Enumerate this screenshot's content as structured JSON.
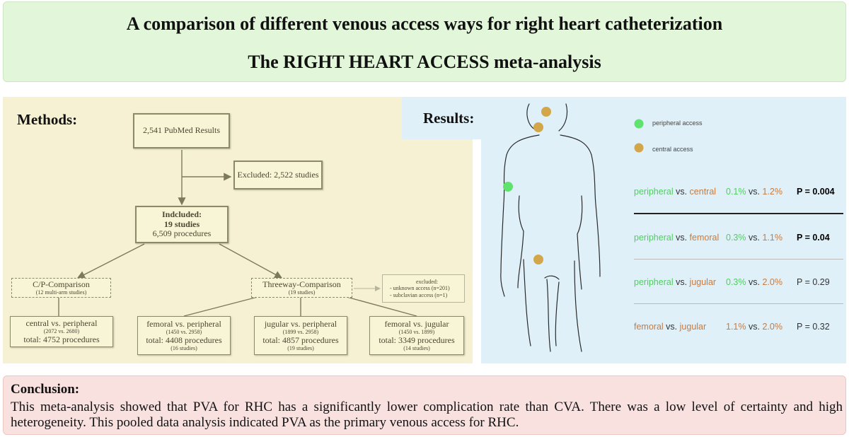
{
  "header": {
    "title": "A comparison of different venous access ways for right heart catheterization",
    "subtitle": "The RIGHT HEART ACCESS meta-analysis"
  },
  "methods": {
    "label": "Methods:",
    "pubmed": "2,541 PubMed Results",
    "excluded": "Excluded: 2,522 studies",
    "included": {
      "title": "Indcluded:",
      "studies": "19 studies",
      "procedures": "6,509 procedures"
    },
    "cp": {
      "title": "C/P-Comparison",
      "note": "(12 multi-arm studies)"
    },
    "threeway": {
      "title": "Threeway-Comparison",
      "note": "(19 studies)"
    },
    "excluded2": {
      "title": "excluded:",
      "line1": "- unknown access (n=201)",
      "line2": "- subclavian access (n=1)"
    },
    "central_peripheral": {
      "title": "central vs. peripheral",
      "counts": "(2072 vs. 2680)",
      "total": "total: 4752 procedures"
    },
    "femoral_peripheral": {
      "title": "femoral vs. peripheral",
      "counts": "(1450 vs. 2958)",
      "total": "total: 4408 procedures",
      "studies": "(16 studies)"
    },
    "jugular_peripheral": {
      "title": "jugular vs. peripheral",
      "counts": "(1899 vs. 2958)",
      "total": "total: 4857 procedures",
      "studies": "(19 studies)"
    },
    "femoral_jugular": {
      "title": "femoral vs. jugular",
      "counts": "(1450 vs. 1899)",
      "total": "total: 3349 procedures",
      "studies": "(14 studies)"
    }
  },
  "results": {
    "label": "Results:",
    "legend": {
      "peripheral": "peripheral access",
      "central": "central access"
    },
    "colors": {
      "peripheral": "#5fe36e",
      "central": "#d4a64a"
    },
    "rows": [
      {
        "a": "peripheral",
        "vs": "vs.",
        "b": "central",
        "pa": "0.1%",
        "vs2": "vs.",
        "pb": "1.2%",
        "p": "P = 0.004",
        "bold": true
      },
      {
        "a": "peripheral",
        "vs": "vs.",
        "b": "femoral",
        "pa": "0.3%",
        "vs2": "vs.",
        "pb": "1.1%",
        "p": "P = 0.04",
        "bold": true
      },
      {
        "a": "peripheral",
        "vs": "vs.",
        "b": "jugular",
        "pa": "0.3%",
        "vs2": "vs.",
        "pb": "2.0%",
        "p": "P = 0.29",
        "bold": false
      },
      {
        "a": "femoral",
        "vs": "vs.",
        "b": "jugular",
        "pa": "1.1%",
        "vs2": "vs.",
        "pb": "2.0%",
        "p": "P = 0.32",
        "bold": false
      }
    ]
  },
  "conclusion": {
    "label": "Conclusion:",
    "text": "This meta-analysis showed that PVA for RHC has a significantly lower complication rate than CVA. There was a low level of certainty and high heterogeneity. This pooled data analysis indicated PVA as the primary venous access for RHC."
  }
}
